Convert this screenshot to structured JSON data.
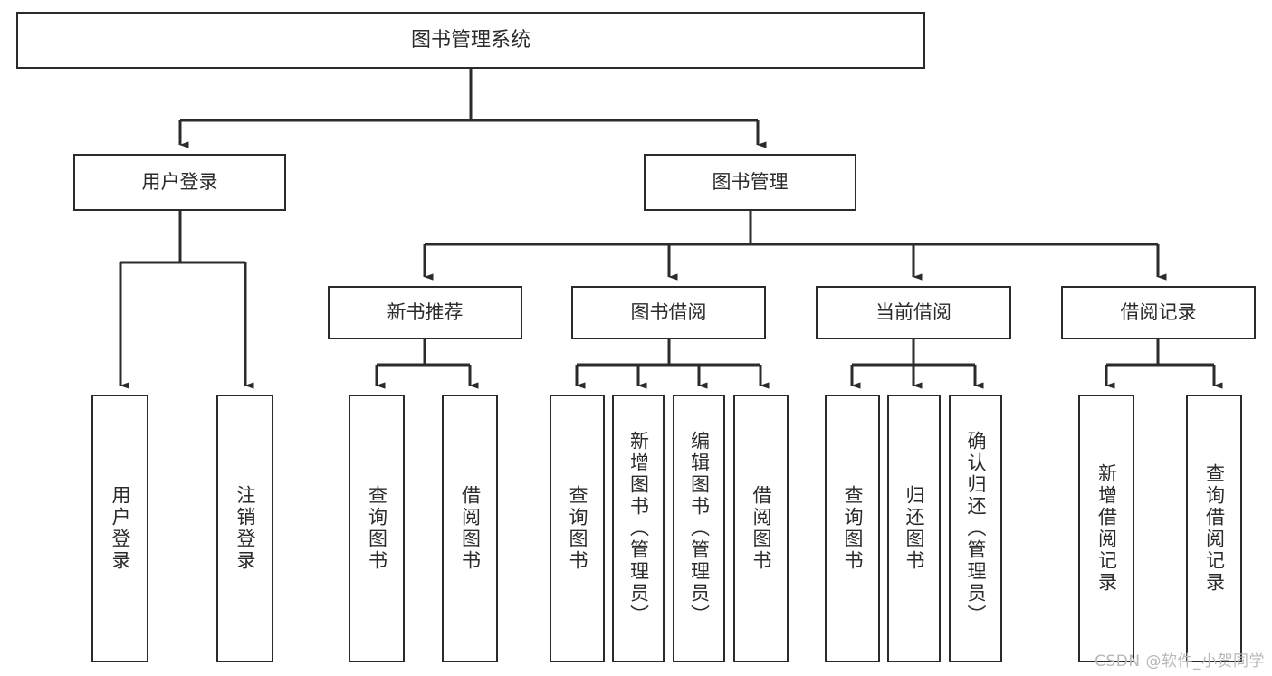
{
  "diagram": {
    "title": "图书管理系统",
    "type": "tree-hierarchy-chart",
    "watermark": "CSDN @软件_小贺同学",
    "colors": {
      "box_border": "#2b2b2b",
      "box_fill": "#ffffff",
      "edge": "#2b2b2b",
      "text": "#2b2b2b",
      "watermark": "#b8b8b8",
      "background": "#ffffff"
    },
    "levels": {
      "root": {
        "label": "图书管理系统"
      },
      "level2": [
        {
          "label": "用户登录"
        },
        {
          "label": "图书管理"
        }
      ],
      "level3": [
        {
          "label": "新书推荐"
        },
        {
          "label": "图书借阅"
        },
        {
          "label": "当前借阅"
        },
        {
          "label": "借阅记录"
        }
      ],
      "leaves": [
        {
          "label": "用户登录",
          "parent": "用户登录"
        },
        {
          "label": "注销登录",
          "parent": "用户登录"
        },
        {
          "label": "查询图书",
          "parent": "新书推荐"
        },
        {
          "label": "借阅图书",
          "parent": "新书推荐"
        },
        {
          "label": "查询图书",
          "parent": "图书借阅"
        },
        {
          "label": "新增图书（管理员）",
          "parent": "图书借阅"
        },
        {
          "label": "编辑图书（管理员）",
          "parent": "图书借阅"
        },
        {
          "label": "借阅图书",
          "parent": "图书借阅"
        },
        {
          "label": "查询图书",
          "parent": "当前借阅"
        },
        {
          "label": "归还图书",
          "parent": "当前借阅"
        },
        {
          "label": "确认归还（管理员）",
          "parent": "当前借阅"
        },
        {
          "label": "新增借阅记录",
          "parent": "借阅记录"
        },
        {
          "label": "查询借阅记录",
          "parent": "借阅记录"
        }
      ]
    }
  }
}
